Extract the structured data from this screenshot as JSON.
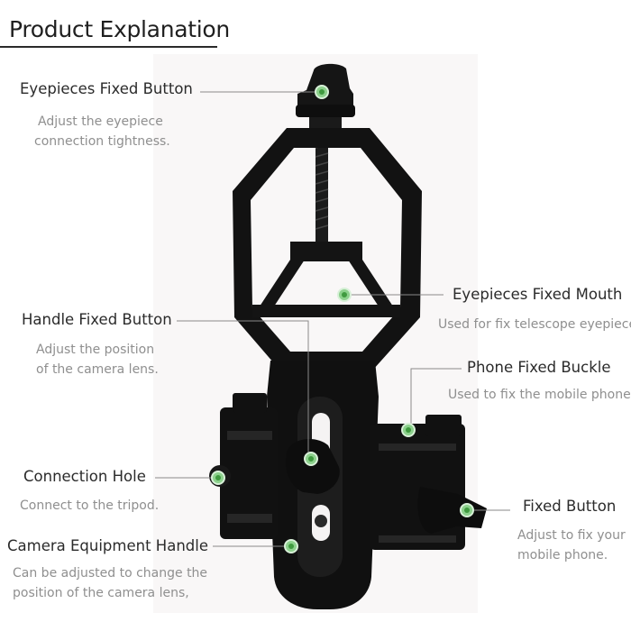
{
  "title": "Product Explanation",
  "colors": {
    "marker_ring": "#8cd18c",
    "marker_dot": "#4aa84a",
    "product": "#141414"
  },
  "callouts": {
    "eyepieces_fixed_button": {
      "label": "Eyepieces Fixed Button",
      "desc_1": "Adjust the eyepiece",
      "desc_2": "connection tightness."
    },
    "handle_fixed_button": {
      "label": "Handle Fixed Button",
      "desc_1": "Adjust the position",
      "desc_2": "of the camera lens."
    },
    "connection_hole": {
      "label": "Connection Hole",
      "desc_1": "Connect to the tripod."
    },
    "camera_equipment_handle": {
      "label": "Camera Equipment Handle",
      "desc_1": "Can be adjusted to change the",
      "desc_2": "position of the camera lens,"
    },
    "eyepieces_fixed_mouth": {
      "label": "Eyepieces Fixed Mouth",
      "desc_1": "Used for fix telescope eyepiece."
    },
    "phone_fixed_buckle": {
      "label": "Phone Fixed Buckle",
      "desc_1": "Used to fix the mobile phone."
    },
    "fixed_button": {
      "label": "Fixed Button",
      "desc_1": "Adjust to fix your",
      "desc_2": "mobile phone."
    }
  }
}
